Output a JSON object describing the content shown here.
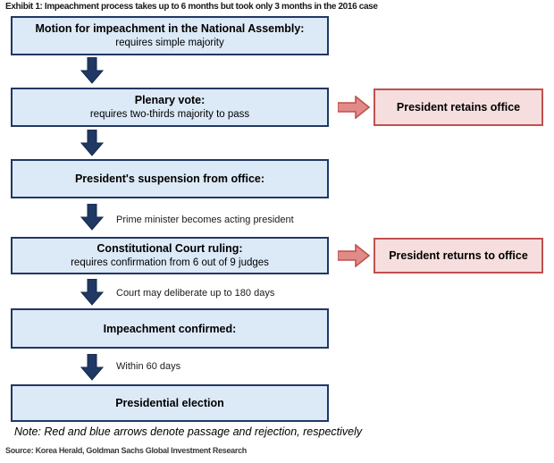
{
  "exhibit": {
    "title": "Exhibit 1: Impeachment process takes up to 6 months but took only 3 months in the 2016 case"
  },
  "colors": {
    "box_fill": "#dce9f7",
    "box_border": "#1f3864",
    "arrow_blue": "#1f3864",
    "outcome_fill": "#f7dede",
    "outcome_border": "#c0504d",
    "arrow_red": "#c0504d"
  },
  "flow": {
    "steps": [
      {
        "id": "motion",
        "title": "Motion for impeachment in the National Assembly:",
        "detail": "requires simple majority"
      },
      {
        "id": "plenary-vote",
        "title": "Plenary vote:",
        "detail": "requires two-thirds majority to pass"
      },
      {
        "id": "suspension",
        "title": "President's suspension from office:",
        "detail": ""
      },
      {
        "id": "court-ruling",
        "title": "Constitutional Court ruling:",
        "detail": "requires confirmation from 6 out of 9 judges"
      },
      {
        "id": "impeachment-confirmed",
        "title": "Impeachment confirmed:",
        "detail": ""
      },
      {
        "id": "presidential-election",
        "title": "Presidential election",
        "detail": ""
      }
    ],
    "annotations": [
      {
        "id": "acting-president",
        "text": "Prime minister becomes acting president"
      },
      {
        "id": "deliberation-period",
        "text": "Court may deliberate up to 180 days"
      },
      {
        "id": "election-deadline",
        "text": "Within 60 days"
      }
    ],
    "outcomes": [
      {
        "id": "retains-office",
        "text": "President retains office"
      },
      {
        "id": "returns-to-office",
        "text": "President returns to office"
      }
    ]
  },
  "footer": {
    "note": "Note: Red and blue arrows denote passage and rejection, respectively",
    "source": "Source: Korea Herald, Goldman Sachs Global Investment Research"
  }
}
